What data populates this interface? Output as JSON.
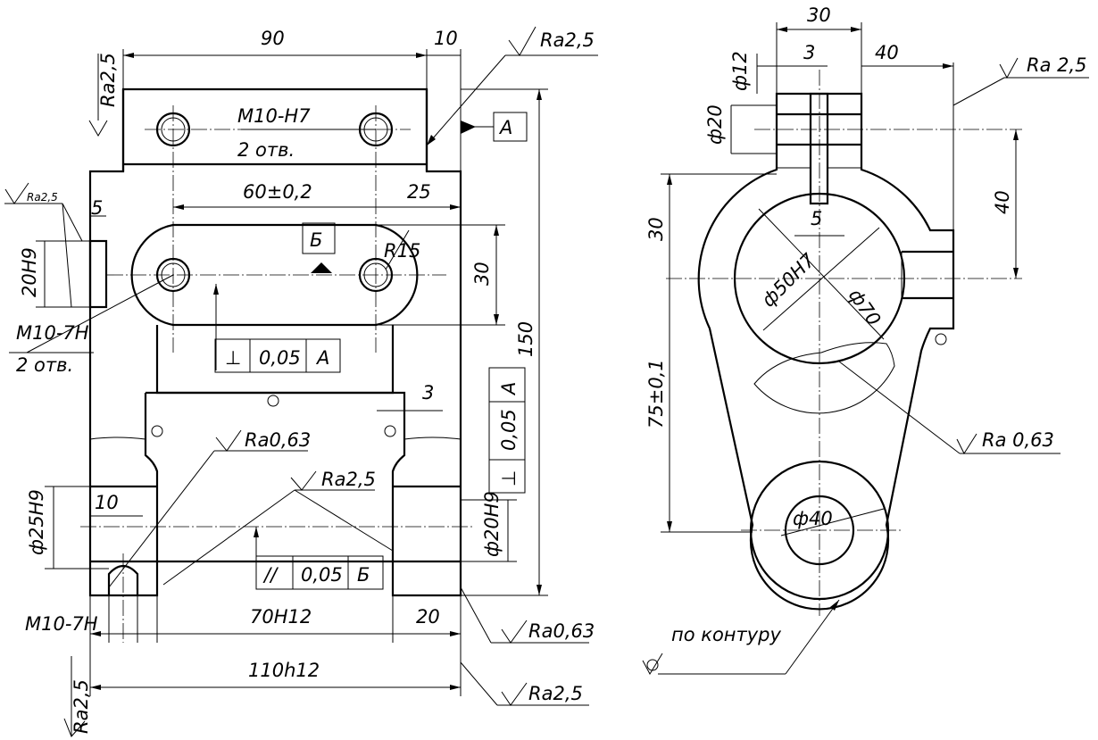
{
  "front_view": {
    "dims": {
      "top_width": "90",
      "top_step": "10",
      "hole_spacing": "60±0,2",
      "side_25": "25",
      "left_5": "5",
      "slot_height": "30",
      "overall_height": "150",
      "step_3": "3",
      "bottom_left_10": "10",
      "bottom_inner": "70H12",
      "bottom_right_20": "20",
      "overall_width": "110h12",
      "left_bore": "20H9",
      "left_thread": "M10-7H",
      "left_thread_count": "2 отв.",
      "bore_left": "ф25H9",
      "bore_right": "ф20H9",
      "bottom_thread": "M10-7H",
      "slot_radius": "R15"
    },
    "top_thread": "M10-H7",
    "top_thread_count": "2 отв.",
    "datum_a": "A",
    "datum_b": "Б",
    "tol_perp_1": {
      "symbol": "⊥",
      "value": "0,05",
      "datum": "A"
    },
    "tol_perp_2": {
      "symbol": "⊥",
      "value": "0,05",
      "datum": "A"
    },
    "tol_parallel": {
      "symbol": "//",
      "value": "0,05",
      "datum": "Б"
    },
    "roughness": {
      "top_right": "Ra2,5",
      "top_left": "Ra2,5",
      "left_small": "Ra2,5",
      "center_063": "Ra0,63",
      "center_25": "Ra2,5",
      "bottom_063": "Ra0,63",
      "bottom_25": "Ra2,5",
      "bottom_left": "Ra2,5"
    }
  },
  "side_view": {
    "dims": {
      "top_width": "30",
      "slot_width": "3",
      "right_40": "40",
      "boss_12": "ф12",
      "boss_20": "ф20",
      "upper_30": "30",
      "slot_5": "5",
      "right_vertical": "40",
      "bore_50": "ф50H7",
      "outer_70": "ф70",
      "center_distance": "75±0,1",
      "small_bore": "ф40"
    },
    "roughness": {
      "top_right": "Ra 2,5",
      "bore": "Ra 0,63"
    },
    "contour_note": "по контуру"
  }
}
